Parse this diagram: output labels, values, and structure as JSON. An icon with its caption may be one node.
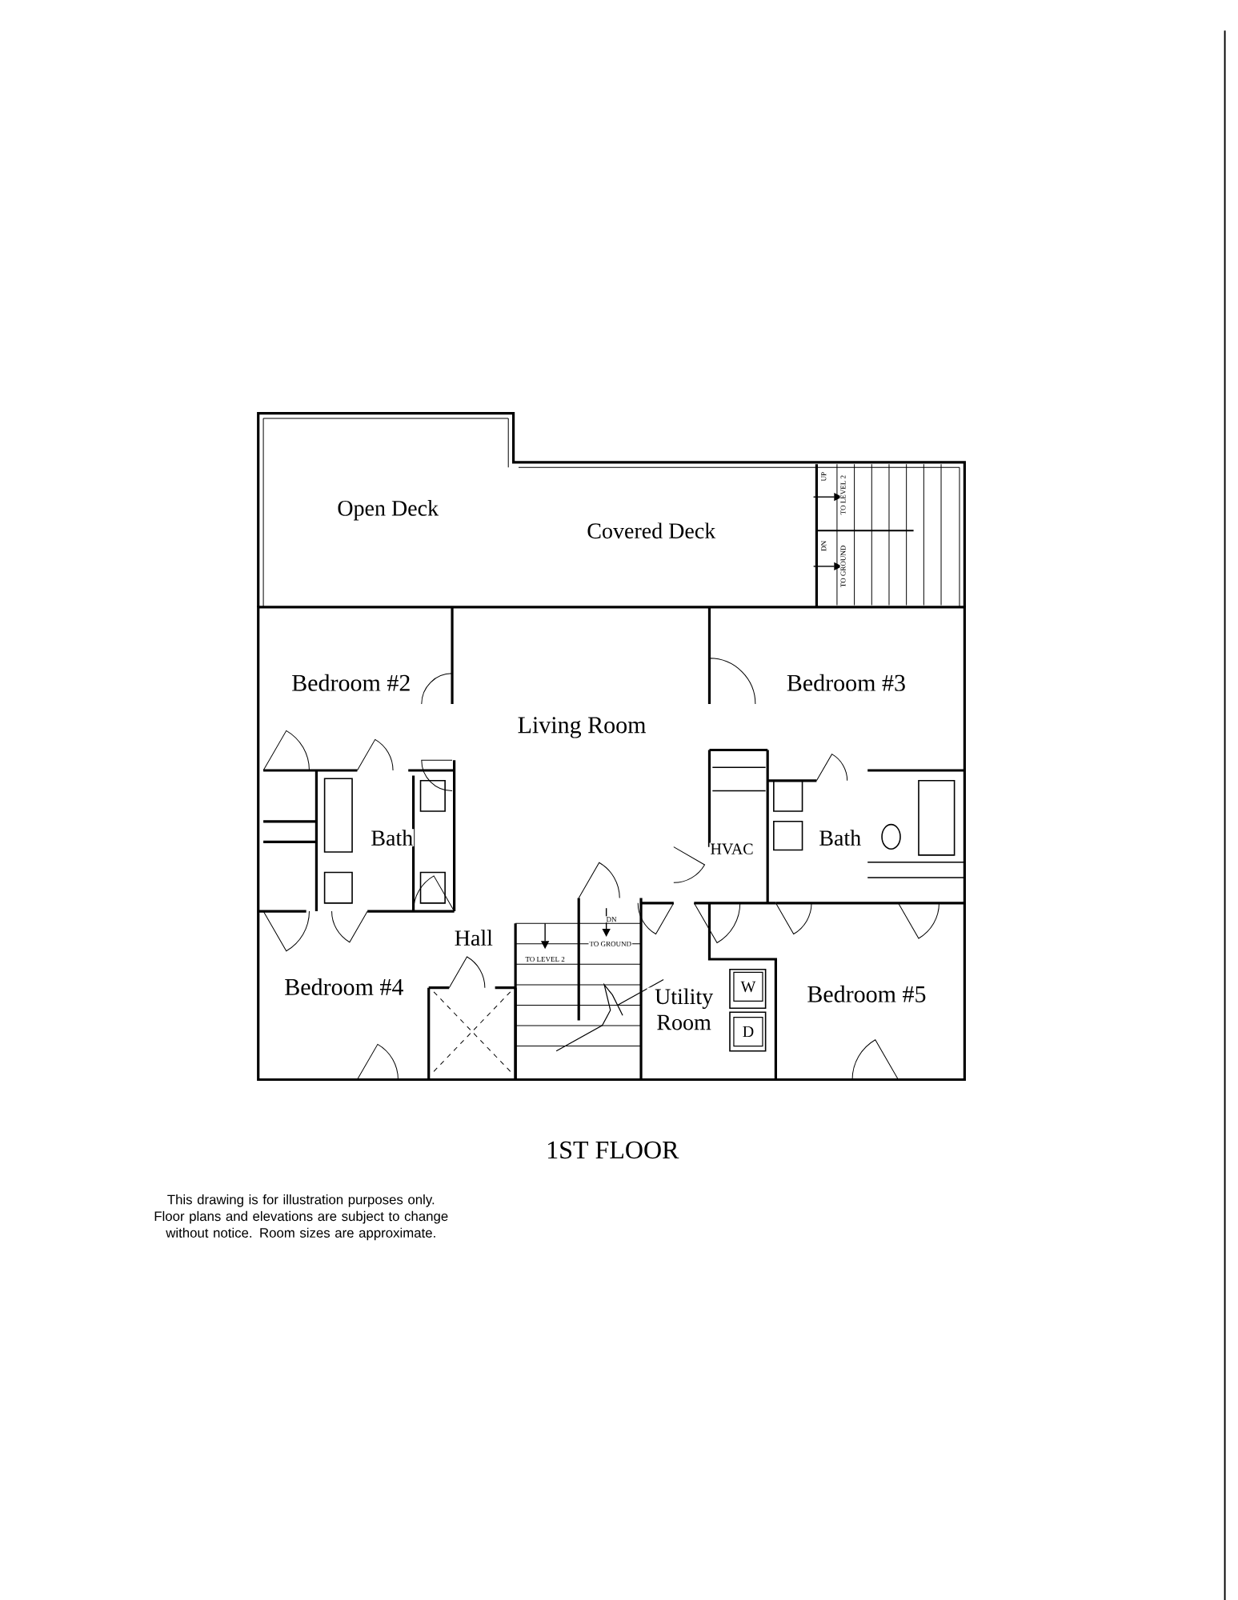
{
  "diagram": {
    "title": "1ST FLOOR",
    "caption": "This drawing is for illustration purposes only. Floor plans and elevations are subject to change without notice. Room sizes are approximate.",
    "nodes": [
      {
        "text": [
          "W"
        ]
      },
      {
        "text": [
          "D"
        ]
      }
    ],
    "labels": [
      "Open Deck",
      "Covered Deck",
      "UP",
      "TO LEVEL 2",
      "DN",
      "TO GROUND",
      "Bedroom #2",
      "Living Room",
      "Bedroom #3",
      "Bath",
      "HVAC",
      "Bath",
      "DN",
      "TO GROUND",
      "TO LEVEL 2",
      "Hall",
      "Bedroom #4",
      "Utility Room",
      "Bedroom #5"
    ]
  }
}
